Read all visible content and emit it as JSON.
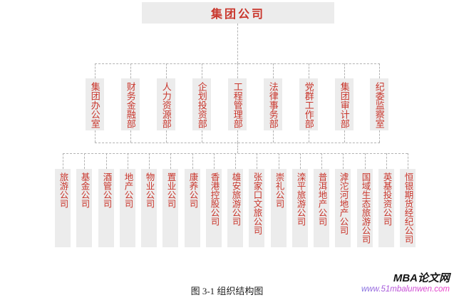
{
  "org": {
    "root": {
      "label": "集团公司"
    },
    "departments": [
      {
        "label": "集团办公室"
      },
      {
        "label": "财务金融部"
      },
      {
        "label": "人力资源部"
      },
      {
        "label": "企划投资部"
      },
      {
        "label": "工程管理部"
      },
      {
        "label": "法律事务部"
      },
      {
        "label": "党群工作部"
      },
      {
        "label": "集团审计部"
      },
      {
        "label": "纪委监察室"
      }
    ],
    "subsidiaries": [
      {
        "label": "旅游公司"
      },
      {
        "label": "基金公司"
      },
      {
        "label": "酒管公司"
      },
      {
        "label": "地产公司"
      },
      {
        "label": "物业公司"
      },
      {
        "label": "置业公司"
      },
      {
        "label": "康养公司"
      },
      {
        "label": "香港控股公司"
      },
      {
        "label": "雄安旅游公司"
      },
      {
        "label": "张家口文旅公司"
      },
      {
        "label": "崇礼公司"
      },
      {
        "label": "滦平旅游公司"
      },
      {
        "label": "普洱地产公司"
      },
      {
        "label": "滹沱河地产公司"
      },
      {
        "label": "国域生态旅游公司"
      },
      {
        "label": "英基投资公司"
      },
      {
        "label": "恒银期货经纪公司"
      }
    ]
  },
  "caption": {
    "text": "图 3-1 组织结构图"
  },
  "watermark": {
    "brand": "MBA论文网",
    "url": "www.51mbalunwen.com"
  },
  "colors": {
    "box_background": "#ececec",
    "text_red": "#c9362c",
    "connector_line": "#b3b3b3",
    "caption_text": "#1c1c1c",
    "url_gradient_start": "#7d6fe0",
    "url_gradient_end": "#ef3ec8"
  }
}
